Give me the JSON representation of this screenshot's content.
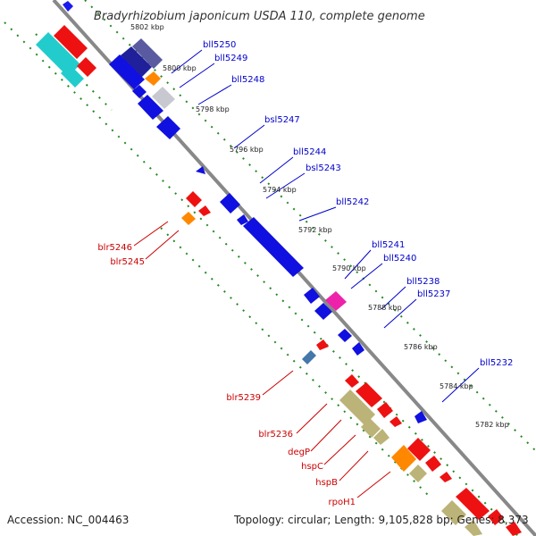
{
  "title": "Bradyrhizobium japonicum USDA 110, complete genome",
  "accession": "Accession: NC_004463",
  "topology": "Topology: circular; Length: 9,105,828 bp; Genes: 8,373",
  "kbp_ticks": [
    "5802 kbp",
    "5800 kbp",
    "5798 kbp",
    "5796 kbp",
    "5794 kbp",
    "5792 kbp",
    "5790 kbp",
    "5788 kbp",
    "5786 kbp",
    "5784 kbp",
    "5782 kbp"
  ],
  "genes_reverse": [
    "bll5250",
    "bll5249",
    "bll5248",
    "bsl5247",
    "bll5244",
    "bsl5243",
    "bll5242",
    "bll5241",
    "bll5240",
    "bll5238",
    "bll5237",
    "bll5232"
  ],
  "genes_forward": [
    "blr5246",
    "blr5245",
    "blr5239",
    "blr5236",
    "degP",
    "hspC",
    "hspB",
    "rpoH1"
  ],
  "colors": {
    "reverse_label": "#0000cc",
    "forward_label": "#cc0000",
    "backbone": "#888888",
    "tick_dots": "#228822"
  }
}
